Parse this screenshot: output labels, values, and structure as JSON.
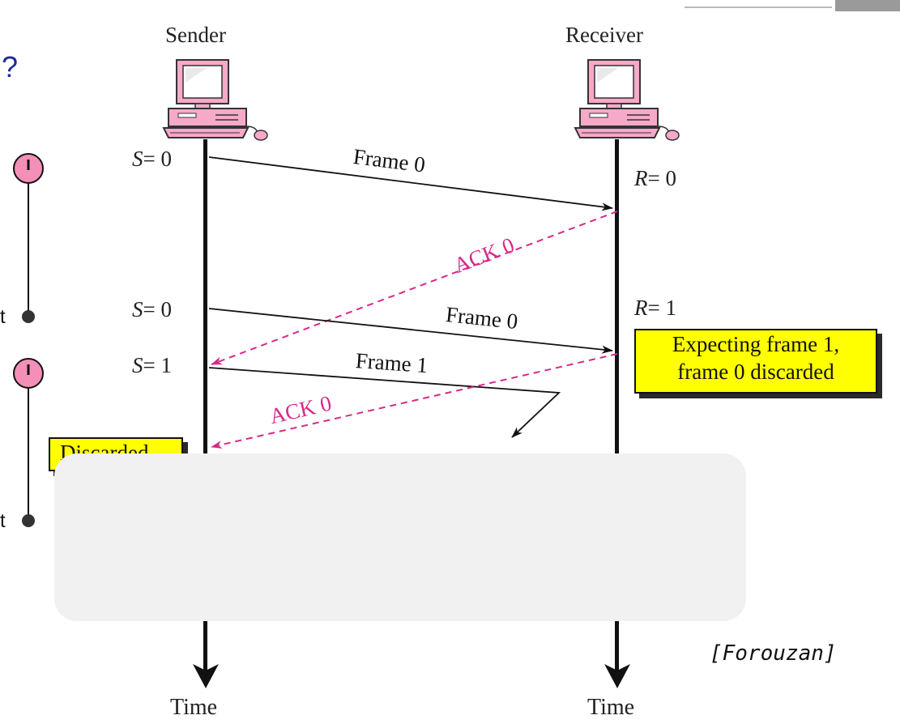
{
  "slide": {
    "title_fragment": "?",
    "source": "[Forouzan]"
  },
  "hosts": {
    "sender": {
      "title": "Sender",
      "time_label": "Time"
    },
    "receiver": {
      "title": "Receiver",
      "time_label": "Time"
    }
  },
  "sender_states": [
    {
      "var": "S",
      "value": "= 0"
    },
    {
      "var": "S",
      "value": "= 0"
    },
    {
      "var": "S",
      "value": "= 1"
    }
  ],
  "receiver_states": [
    {
      "var": "R",
      "value": "= 0"
    },
    {
      "var": "R",
      "value": "= 1"
    }
  ],
  "messages": [
    {
      "label": "Frame 0"
    },
    {
      "label": "ACK 0"
    },
    {
      "label": "Frame 0"
    },
    {
      "label": "Frame 1"
    },
    {
      "label": "ACK 0"
    }
  ],
  "callouts": {
    "receiver": {
      "line1": "Expecting frame 1,",
      "line2": "frame 0 discarded"
    },
    "sender": {
      "text": "Discarded"
    }
  },
  "timer_fragments": [
    "t",
    "t"
  ],
  "colors": {
    "ack": "#d62a8a",
    "callout_fill": "#ffff00",
    "timer_fill": "#f48fb8",
    "title": "#1f2b9a"
  }
}
